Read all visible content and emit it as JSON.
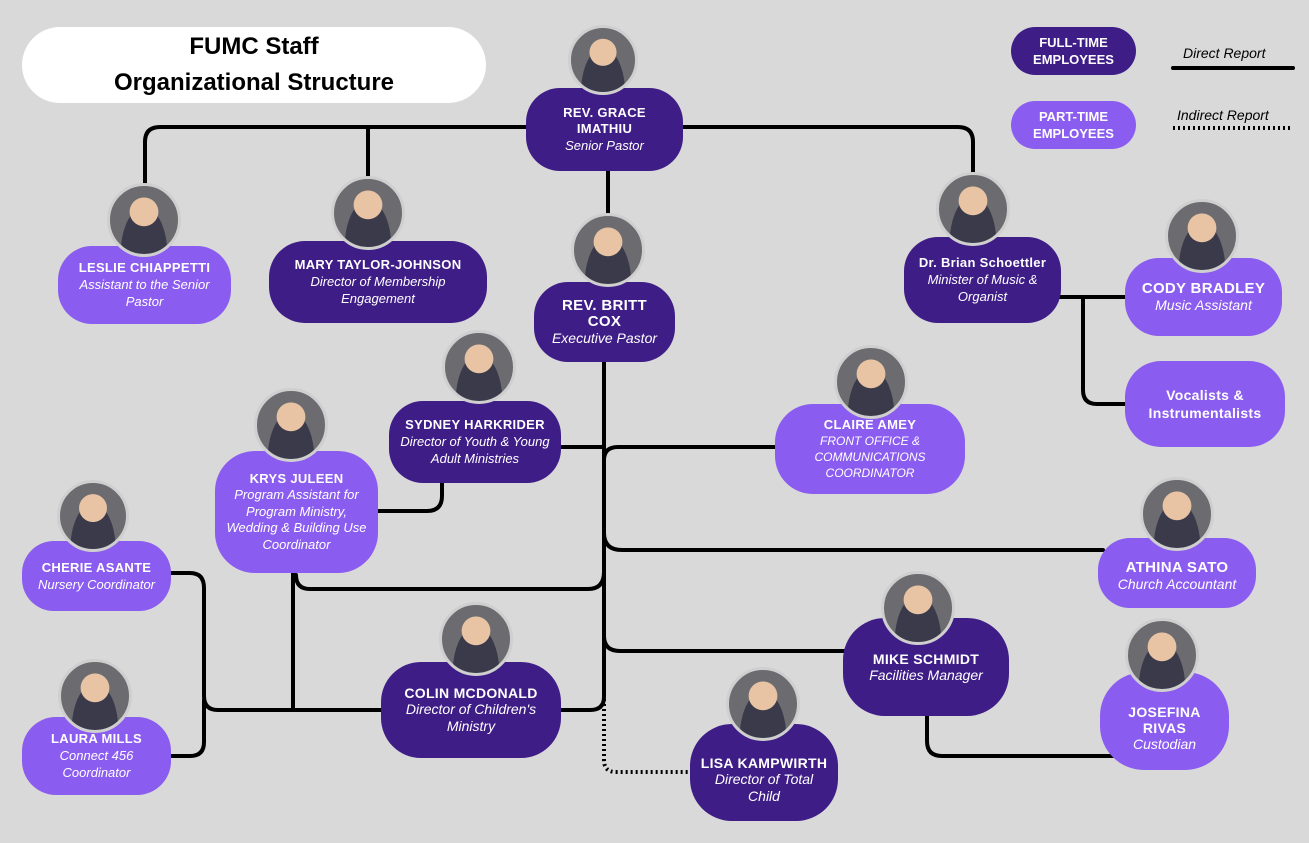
{
  "title": {
    "line1": "FUMC Staff",
    "line2": "Organizational Structure"
  },
  "legend": {
    "full_time": "FULL-TIME EMPLOYEES",
    "part_time": "PART-TIME EMPLOYEES",
    "direct": "Direct Report",
    "indirect": "Indirect Report"
  },
  "colors": {
    "full_time": "#3f1d87",
    "part_time": "#8b5cf0",
    "background": "#d9d9d9",
    "line": "#000000"
  },
  "staff": {
    "grace": {
      "name": "REV. GRACE IMATHIU",
      "role": "Senior Pastor"
    },
    "leslie": {
      "name": "LESLIE CHIAPPETTI",
      "role": "Assistant to the Senior Pastor"
    },
    "mary": {
      "name": "MARY TAYLOR-JOHNSON",
      "role": "Director of Membership Engagement"
    },
    "britt": {
      "name": "REV. BRITT COX",
      "role": "Executive Pastor"
    },
    "brian": {
      "name": "Dr. Brian Schoettler",
      "role": "Minister of Music & Organist"
    },
    "cody": {
      "name": "CODY BRADLEY",
      "role": "Music Assistant"
    },
    "vocalists": {
      "name": "Vocalists & Instrumentalists"
    },
    "sydney": {
      "name": "SYDNEY HARKRIDER",
      "role": "Director of Youth & Young Adult Ministries"
    },
    "krys": {
      "name": "KRYS JULEEN",
      "role": "Program Assistant for Program Ministry, Wedding & Building Use Coordinator"
    },
    "claire": {
      "name": "CLAIRE AMEY",
      "role": "FRONT OFFICE & COMMUNICATIONS COORDINATOR"
    },
    "athina": {
      "name": "ATHINA SATO",
      "role": "Church Accountant"
    },
    "cherie": {
      "name": "CHERIE ASANTE",
      "role": "Nursery Coordinator"
    },
    "laura": {
      "name": "LAURA MILLS",
      "role": "Connect 456 Coordinator"
    },
    "colin": {
      "name": "COLIN MCDONALD",
      "role": "Director of Children's Ministry"
    },
    "mike": {
      "name": "MIKE SCHMIDT",
      "role": "Facilities Manager"
    },
    "josefina": {
      "name": "JOSEFINA RIVAS",
      "role": "Custodian"
    },
    "lisa": {
      "name": "LISA KAMPWIRTH",
      "role": "Director of Total Child"
    }
  }
}
